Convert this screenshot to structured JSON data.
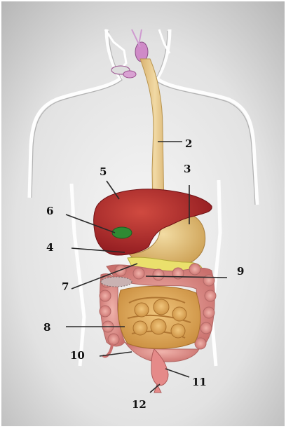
{
  "labels": [
    {
      "key": "l2",
      "text": "2"
    },
    {
      "key": "l3",
      "text": "3"
    },
    {
      "key": "l4",
      "text": "4"
    },
    {
      "key": "l5",
      "text": "5"
    },
    {
      "key": "l6",
      "text": "6"
    },
    {
      "key": "l7",
      "text": "7"
    },
    {
      "key": "l8",
      "text": "8"
    },
    {
      "key": "l9",
      "text": "9"
    },
    {
      "key": "l10",
      "text": "10"
    },
    {
      "key": "l11",
      "text": "11"
    },
    {
      "key": "l12",
      "text": "12"
    }
  ],
  "colors": {
    "background_light": "#f3f3f3",
    "background_dark": "#b9b9b9",
    "body_outline": "#ffffff",
    "esophagus": "#e9c98a",
    "liver": "#b8262a",
    "gallbladder": "#2f8a33",
    "stomach": "#e7c77e",
    "pancreas": "#eae06c",
    "small_intestine": "#e2ad5f",
    "large_intestine": "#e79c95",
    "rectum": "#e58a89",
    "salivary": "#cf8ac7"
  }
}
